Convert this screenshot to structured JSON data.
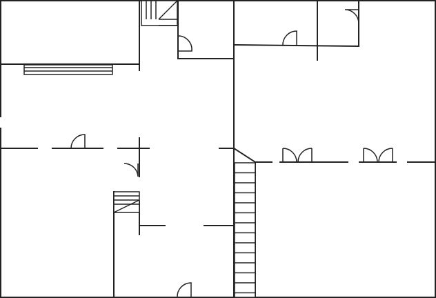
{
  "colors": {
    "wall": "#222222",
    "background": "#ffffff"
  },
  "floor_plan": {
    "rooms": [
      "room-top-left",
      "room-mid-left",
      "room-bottom-left",
      "hallway",
      "room-top-right-a",
      "room-top-right-b",
      "room-mid-right",
      "room-bottom-right"
    ],
    "doors": [
      "door-1",
      "door-2",
      "door-3",
      "door-4",
      "door-5",
      "door-6",
      "door-7",
      "door-8",
      "door-9",
      "door-10",
      "door-11"
    ],
    "stairs": [
      "stair-top",
      "stair-left",
      "stair-main"
    ]
  }
}
